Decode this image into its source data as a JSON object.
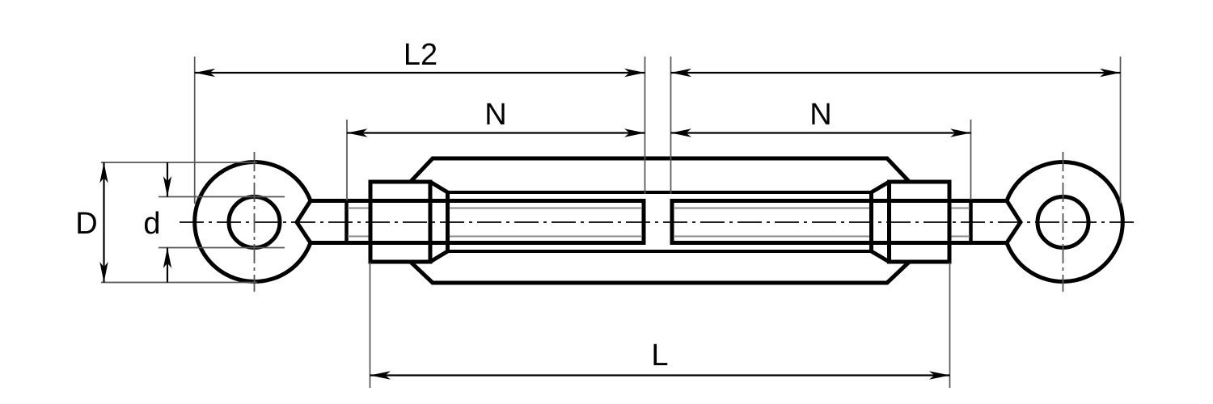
{
  "drawing": {
    "type": "technical-dimension-drawing",
    "subject": "turnbuckle with two eye ends (side view)",
    "colors": {
      "background": "#ffffff",
      "outline": "#000000",
      "thin_line": "#555555",
      "thread_line": "#888888"
    },
    "labels": {
      "half_length_left": "L2",
      "thread_length_left": "N",
      "thread_length_right": "N",
      "body_length": "L",
      "eye_outer_diameter": "D",
      "eye_hole_diameter": "d"
    }
  }
}
